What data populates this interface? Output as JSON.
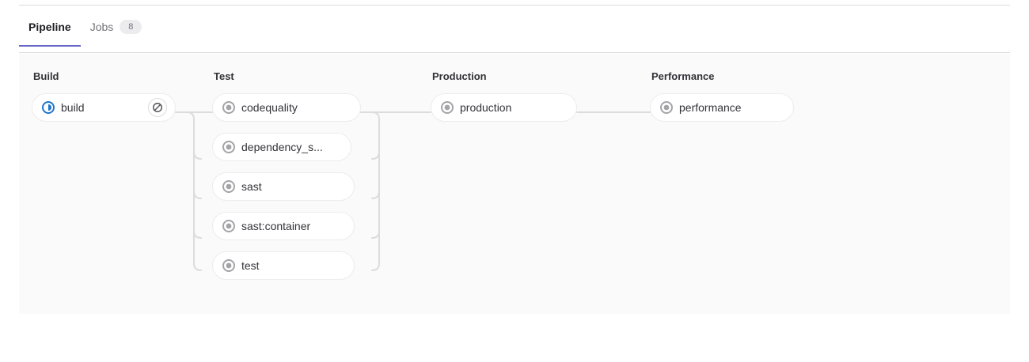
{
  "tabs": [
    {
      "label": "Pipeline",
      "active": true,
      "badge": null
    },
    {
      "label": "Jobs",
      "active": false,
      "badge": "8"
    }
  ],
  "colors": {
    "tab_active_underline": "#6666c4",
    "status_running": "#1f75cb",
    "status_created": "#a4a3a8",
    "panel_background": "#fafafa",
    "connector": "#dcdcde"
  },
  "graph": {
    "stages": [
      {
        "name": "Build",
        "jobs": [
          {
            "name": "build",
            "status": "running",
            "status_icon": "status-running-icon",
            "action": "cancel",
            "action_icon": "cancel-icon"
          }
        ]
      },
      {
        "name": "Test",
        "jobs": [
          {
            "name": "codequality",
            "status": "created",
            "status_icon": "status-created-icon",
            "action": null,
            "action_icon": null
          },
          {
            "name": "dependency_s...",
            "status": "created",
            "status_icon": "status-created-icon",
            "action": null,
            "action_icon": null
          },
          {
            "name": "sast",
            "status": "created",
            "status_icon": "status-created-icon",
            "action": null,
            "action_icon": null
          },
          {
            "name": "sast:container",
            "status": "created",
            "status_icon": "status-created-icon",
            "action": null,
            "action_icon": null
          },
          {
            "name": "test",
            "status": "created",
            "status_icon": "status-created-icon",
            "action": null,
            "action_icon": null
          }
        ]
      },
      {
        "name": "Production",
        "jobs": [
          {
            "name": "production",
            "status": "created",
            "status_icon": "status-created-icon",
            "action": null,
            "action_icon": null
          }
        ]
      },
      {
        "name": "Performance",
        "jobs": [
          {
            "name": "performance",
            "status": "created",
            "status_icon": "status-created-icon",
            "action": null,
            "action_icon": null
          }
        ]
      }
    ]
  }
}
